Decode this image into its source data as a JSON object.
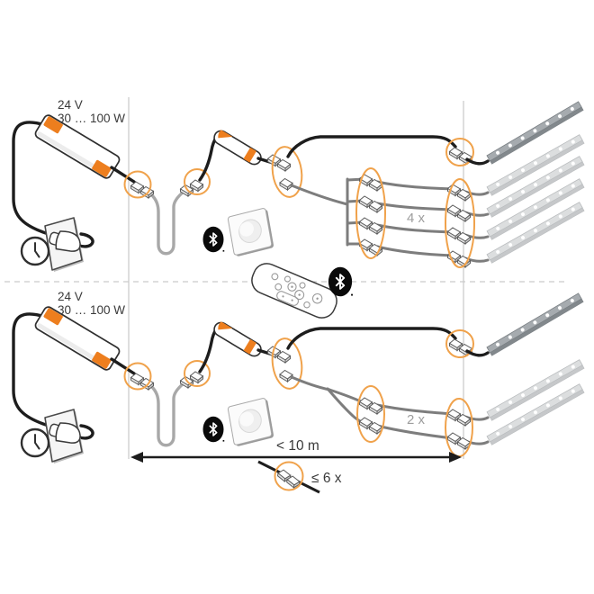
{
  "title": "LED strip system wiring diagram",
  "colors": {
    "accent_orange": "#ED7E1E",
    "marker_orange": "#F0A24B",
    "cable_black": "#1D1D1D",
    "cable_gray": "#A8A8A8",
    "chain_cable_gray": "#7D7D7D",
    "guide_gray": "#C9C9C9",
    "label_dark": "#3A3A3A",
    "label_gray": "#9D9D9D"
  },
  "setups": [
    {
      "id": "setup-4-strips",
      "driver_voltage": "24 V",
      "driver_power_range": "30 … 100 W",
      "strip_multiplier": "4 x",
      "components": [
        "power-driver",
        "power-outlet-plug",
        "timer-clock-icon",
        "extension-cable",
        "bluetooth-controller",
        "wall-dimmer",
        "bluetooth-icon",
        "led-strips"
      ]
    },
    {
      "id": "setup-2-strips",
      "driver_voltage": "24 V",
      "driver_power_range": "30 … 100 W",
      "strip_multiplier": "2 x",
      "components": [
        "power-driver",
        "power-outlet-plug",
        "timer-clock-icon",
        "extension-cable",
        "bluetooth-controller",
        "wall-dimmer",
        "bluetooth-icon",
        "led-strips"
      ]
    }
  ],
  "remote": {
    "id": "bluetooth-remote",
    "connection_icon": "bluetooth-icon"
  },
  "annotations": {
    "max_cable_length": "< 10 m",
    "max_inline_connectors": "≤ 6 x"
  }
}
